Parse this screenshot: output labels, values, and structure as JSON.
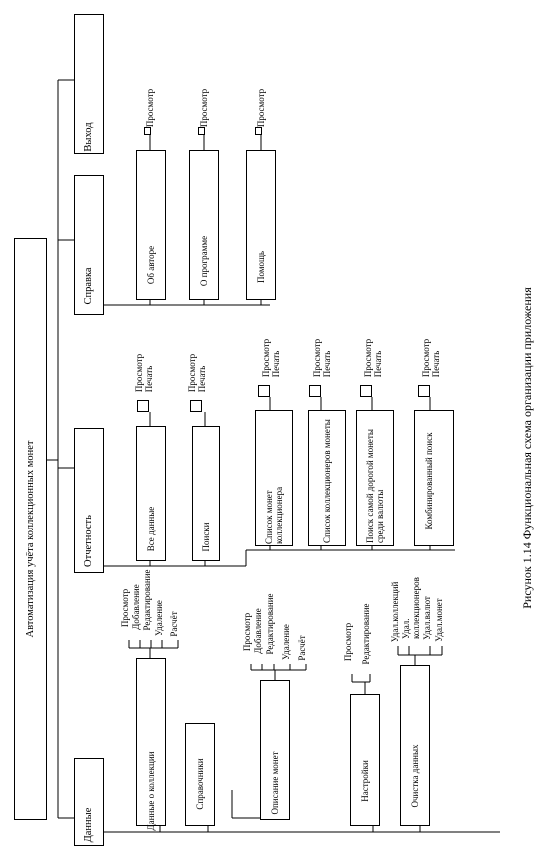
{
  "diagram": {
    "root": "Автоматизация учёта коллекционных монет",
    "caption": "Рисунок 1.14 Функциональная схема организации приложения",
    "modules": {
      "data": "Данные",
      "reports": "Отчетность",
      "help": "Справка",
      "exit": "Выход"
    },
    "data_items": {
      "collection": "Данные о коллекции",
      "references": "Справочники",
      "coin_description": "Описание монет",
      "settings": "Настройки",
      "cleanup": "Очистка данных"
    },
    "collection_ops": [
      "Просмотр",
      "Добавление",
      "Редактирование",
      "Удаление",
      "Расчёт"
    ],
    "coin_ops": [
      "Просмотр",
      "Добавление",
      "Редактирование",
      "Удаление",
      "Расчёт"
    ],
    "settings_ops": [
      "Просмотр",
      "Редактирование"
    ],
    "cleanup_ops": [
      "Удал.коллекций",
      "Удал. коллекционеров",
      "Удал.валют",
      "Удал.монет"
    ],
    "report_items": {
      "all_data": "Все данные",
      "searches": "Поиски",
      "coin_list": "Список монет коллекционера",
      "collector_list": "Список коллекционеров монеты",
      "expensive_search": "Поиск самой дорогой монеты среди валюты",
      "combined_search": "Комбинированный поиск"
    },
    "report_ops": [
      "Просмотр",
      "Печать"
    ],
    "help_items": {
      "author": "Об авторе",
      "program": "О программе",
      "help": "Помощь"
    },
    "help_ops": [
      "Просмотр"
    ]
  }
}
